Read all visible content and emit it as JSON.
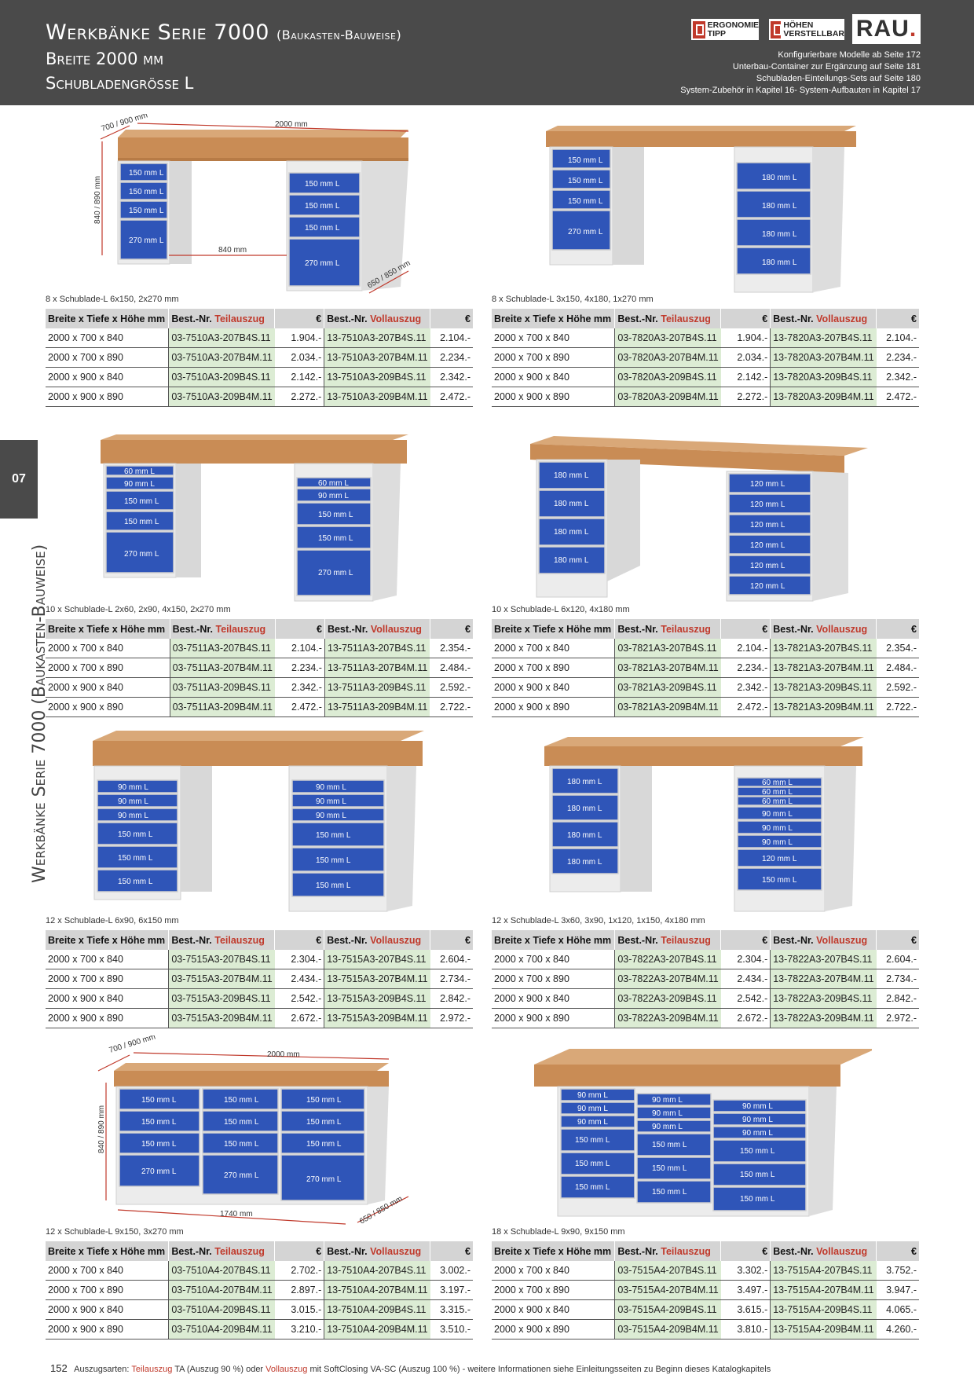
{
  "header": {
    "title_main": "Werkbänke Serie 7000",
    "title_sub": "(Baukasten-Bauweise)",
    "line2": "Breite 2000 mm",
    "line3": "Schubladengrösse L",
    "badge_ergo_1": "ERGONOMIE",
    "badge_ergo_2": "TIPP",
    "badge_hoehe_1": "HÖHEN",
    "badge_hoehe_2": "VERSTELLBAR",
    "logo": "RAU",
    "logo_dot": ".",
    "notes": [
      "Konfigurierbare Modelle ab Seite 172",
      "Unterbau-Container zur Ergänzung auf Seite 181",
      "Schubladen-Einteilungs-Sets auf Seite 180",
      "System-Zubehör in Kapitel 16- System-Aufbauten in Kapitel 17"
    ]
  },
  "sidebar": {
    "tab": "07",
    "vertical_text": "Werkbänke Serie 7000 (Baukasten-Bauweise)"
  },
  "table_headers": {
    "col1": "Breite x Tiefe x Höhe mm",
    "best_prefix": "Best.-Nr.",
    "teilauszug": "Teilauszug",
    "vollauszug": "Vollauszug",
    "eur": "€"
  },
  "products": [
    {
      "caption": "8 x Schublade-L 6x150, 2x270 mm",
      "dims": {
        "depth": "700 / 900 mm",
        "width": "2000 mm",
        "height": "840 / 890 mm",
        "inner": "840 mm",
        "base_depth": "650 / 850 mm"
      },
      "left_drawers": [
        "150 mm L",
        "150 mm L",
        "150 mm L",
        "270 mm L"
      ],
      "right_drawers": [
        "150 mm L",
        "150 mm L",
        "150 mm L",
        "270 mm L"
      ],
      "rows": [
        {
          "size": "2000 x 700 x 840",
          "t_nr": "03-7510A3-207B4S.11",
          "t_pr": "1.904.-",
          "v_nr": "13-7510A3-207B4S.11",
          "v_pr": "2.104.-"
        },
        {
          "size": "2000 x 700 x 890",
          "t_nr": "03-7510A3-207B4M.11",
          "t_pr": "2.034.-",
          "v_nr": "13-7510A3-207B4M.11",
          "v_pr": "2.234.-"
        },
        {
          "size": "2000 x 900 x 840",
          "t_nr": "03-7510A3-209B4S.11",
          "t_pr": "2.142.-",
          "v_nr": "13-7510A3-209B4S.11",
          "v_pr": "2.342.-"
        },
        {
          "size": "2000 x 900 x 890",
          "t_nr": "03-7510A3-209B4M.11",
          "t_pr": "2.272.-",
          "v_nr": "13-7510A3-209B4M.11",
          "v_pr": "2.472.-"
        }
      ]
    },
    {
      "caption": "8 x Schublade-L 3x150, 4x180, 1x270 mm",
      "left_drawers": [
        "150 mm L",
        "150 mm L",
        "150 mm L",
        "270 mm L"
      ],
      "right_drawers": [
        "180 mm L",
        "180 mm L",
        "180 mm L",
        "180 mm L"
      ],
      "rows": [
        {
          "size": "2000 x 700 x 840",
          "t_nr": "03-7820A3-207B4S.11",
          "t_pr": "1.904.-",
          "v_nr": "13-7820A3-207B4S.11",
          "v_pr": "2.104.-"
        },
        {
          "size": "2000 x 700 x 890",
          "t_nr": "03-7820A3-207B4M.11",
          "t_pr": "2.034.-",
          "v_nr": "13-7820A3-207B4M.11",
          "v_pr": "2.234.-"
        },
        {
          "size": "2000 x 900 x 840",
          "t_nr": "03-7820A3-209B4S.11",
          "t_pr": "2.142.-",
          "v_nr": "13-7820A3-209B4S.11",
          "v_pr": "2.342.-"
        },
        {
          "size": "2000 x 900 x 890",
          "t_nr": "03-7820A3-209B4M.11",
          "t_pr": "2.272.-",
          "v_nr": "13-7820A3-209B4M.11",
          "v_pr": "2.472.-"
        }
      ]
    },
    {
      "caption": "10 x Schublade-L 2x60, 2x90, 4x150, 2x270 mm",
      "left_drawers": [
        "60 mm L",
        "90 mm L",
        "150 mm L",
        "150 mm L",
        "270 mm L"
      ],
      "right_drawers": [
        "60 mm L",
        "90 mm L",
        "150 mm L",
        "150 mm L",
        "270 mm L"
      ],
      "rows": [
        {
          "size": "2000 x 700 x 840",
          "t_nr": "03-7511A3-207B4S.11",
          "t_pr": "2.104.-",
          "v_nr": "13-7511A3-207B4S.11",
          "v_pr": "2.354.-"
        },
        {
          "size": "2000 x 700 x 890",
          "t_nr": "03-7511A3-207B4M.11",
          "t_pr": "2.234.-",
          "v_nr": "13-7511A3-207B4M.11",
          "v_pr": "2.484.-"
        },
        {
          "size": "2000 x 900 x 840",
          "t_nr": "03-7511A3-209B4S.11",
          "t_pr": "2.342.-",
          "v_nr": "13-7511A3-209B4S.11",
          "v_pr": "2.592.-"
        },
        {
          "size": "2000 x 900 x 890",
          "t_nr": "03-7511A3-209B4M.11",
          "t_pr": "2.472.-",
          "v_nr": "13-7511A3-209B4M.11",
          "v_pr": "2.722.-"
        }
      ]
    },
    {
      "caption": "10 x Schublade-L 6x120, 4x180 mm",
      "left_drawers": [
        "180 mm L",
        "180 mm L",
        "180 mm L",
        "180 mm L"
      ],
      "right_drawers": [
        "120 mm L",
        "120 mm L",
        "120 mm L",
        "120 mm L",
        "120 mm L",
        "120 mm L"
      ],
      "rows": [
        {
          "size": "2000 x 700 x 840",
          "t_nr": "03-7821A3-207B4S.11",
          "t_pr": "2.104.-",
          "v_nr": "13-7821A3-207B4S.11",
          "v_pr": "2.354.-"
        },
        {
          "size": "2000 x 700 x 890",
          "t_nr": "03-7821A3-207B4M.11",
          "t_pr": "2.234.-",
          "v_nr": "13-7821A3-207B4M.11",
          "v_pr": "2.484.-"
        },
        {
          "size": "2000 x 900 x 840",
          "t_nr": "03-7821A3-209B4S.11",
          "t_pr": "2.342.-",
          "v_nr": "13-7821A3-209B4S.11",
          "v_pr": "2.592.-"
        },
        {
          "size": "2000 x 900 x 890",
          "t_nr": "03-7821A3-209B4M.11",
          "t_pr": "2.472.-",
          "v_nr": "13-7821A3-209B4M.11",
          "v_pr": "2.722.-"
        }
      ]
    },
    {
      "caption": "12 x Schublade-L 6x90, 6x150 mm",
      "left_drawers": [
        "90 mm L",
        "90 mm L",
        "90 mm L",
        "150 mm L",
        "150 mm L",
        "150 mm L"
      ],
      "right_drawers": [
        "90 mm L",
        "90 mm L",
        "90 mm L",
        "150 mm L",
        "150 mm L",
        "150 mm L"
      ],
      "rows": [
        {
          "size": "2000 x 700 x 840",
          "t_nr": "03-7515A3-207B4S.11",
          "t_pr": "2.304.-",
          "v_nr": "13-7515A3-207B4S.11",
          "v_pr": "2.604.-"
        },
        {
          "size": "2000 x 700 x 890",
          "t_nr": "03-7515A3-207B4M.11",
          "t_pr": "2.434.-",
          "v_nr": "13-7515A3-207B4M.11",
          "v_pr": "2.734.-"
        },
        {
          "size": "2000 x 900 x 840",
          "t_nr": "03-7515A3-209B4S.11",
          "t_pr": "2.542.-",
          "v_nr": "13-7515A3-209B4S.11",
          "v_pr": "2.842.-"
        },
        {
          "size": "2000 x 900 x 890",
          "t_nr": "03-7515A3-209B4M.11",
          "t_pr": "2.672.-",
          "v_nr": "13-7515A3-209B4M.11",
          "v_pr": "2.972.-"
        }
      ]
    },
    {
      "caption": "12 x Schublade-L 3x60, 3x90, 1x120, 1x150, 4x180 mm",
      "left_drawers": [
        "180 mm L",
        "180 mm L",
        "180 mm L",
        "180 mm L"
      ],
      "right_drawers": [
        "60 mm L",
        "60 mm L",
        "60 mm L",
        "90 mm L",
        "90 mm L",
        "90 mm L",
        "120 mm L",
        "150 mm L"
      ],
      "rows": [
        {
          "size": "2000 x 700 x 840",
          "t_nr": "03-7822A3-207B4S.11",
          "t_pr": "2.304.-",
          "v_nr": "13-7822A3-207B4S.11",
          "v_pr": "2.604.-"
        },
        {
          "size": "2000 x 700 x 890",
          "t_nr": "03-7822A3-207B4M.11",
          "t_pr": "2.434.-",
          "v_nr": "13-7822A3-207B4M.11",
          "v_pr": "2.734.-"
        },
        {
          "size": "2000 x 900 x 840",
          "t_nr": "03-7822A3-209B4S.11",
          "t_pr": "2.542.-",
          "v_nr": "13-7822A3-209B4S.11",
          "v_pr": "2.842.-"
        },
        {
          "size": "2000 x 900 x 890",
          "t_nr": "03-7822A3-209B4M.11",
          "t_pr": "2.672.-",
          "v_nr": "13-7822A3-209B4M.11",
          "v_pr": "2.972.-"
        }
      ]
    },
    {
      "caption": "12 x Schublade-L 9x150, 3x270 mm",
      "dims": {
        "depth": "700 / 900 mm",
        "width": "2000 mm",
        "height": "840 / 890 mm",
        "inner": "1740 mm",
        "base_depth": "650 / 850 mm"
      },
      "cab1": [
        "150 mm L",
        "150 mm L",
        "150 mm L",
        "270 mm L"
      ],
      "cab2": [
        "150 mm L",
        "150 mm L",
        "150 mm L",
        "270 mm L"
      ],
      "cab3": [
        "150 mm L",
        "150 mm L",
        "150 mm L",
        "270 mm L"
      ],
      "rows": [
        {
          "size": "2000 x 700 x 840",
          "t_nr": "03-7510A4-207B4S.11",
          "t_pr": "2.702.-",
          "v_nr": "13-7510A4-207B4S.11",
          "v_pr": "3.002.-"
        },
        {
          "size": "2000 x 700 x 890",
          "t_nr": "03-7510A4-207B4M.11",
          "t_pr": "2.897.-",
          "v_nr": "13-7510A4-207B4M.11",
          "v_pr": "3.197.-"
        },
        {
          "size": "2000 x 900 x 840",
          "t_nr": "03-7510A4-209B4S.11",
          "t_pr": "3.015.-",
          "v_nr": "13-7510A4-209B4S.11",
          "v_pr": "3.315.-"
        },
        {
          "size": "2000 x 900 x 890",
          "t_nr": "03-7510A4-209B4M.11",
          "t_pr": "3.210.-",
          "v_nr": "13-7510A4-209B4M.11",
          "v_pr": "3.510.-"
        }
      ]
    },
    {
      "caption": "18 x Schublade-L 9x90, 9x150 mm",
      "cab1": [
        "90 mm L",
        "90 mm L",
        "90 mm L",
        "150 mm L",
        "150 mm L",
        "150 mm L"
      ],
      "cab2": [
        "90 mm L",
        "90 mm L",
        "90 mm L",
        "150 mm L",
        "150 mm L",
        "150 mm L"
      ],
      "cab3": [
        "90 mm L",
        "90 mm L",
        "90 mm L",
        "150 mm L",
        "150 mm L",
        "150 mm L"
      ],
      "rows": [
        {
          "size": "2000 x 700 x 840",
          "t_nr": "03-7515A4-207B4S.11",
          "t_pr": "3.302.-",
          "v_nr": "13-7515A4-207B4S.11",
          "v_pr": "3.752.-"
        },
        {
          "size": "2000 x 700 x 890",
          "t_nr": "03-7515A4-207B4M.11",
          "t_pr": "3.497.-",
          "v_nr": "13-7515A4-207B4M.11",
          "v_pr": "3.947.-"
        },
        {
          "size": "2000 x 900 x 840",
          "t_nr": "03-7515A4-209B4S.11",
          "t_pr": "3.615.-",
          "v_nr": "13-7515A4-209B4S.11",
          "v_pr": "4.065.-"
        },
        {
          "size": "2000 x 900 x 890",
          "t_nr": "03-7515A4-209B4M.11",
          "t_pr": "3.810.-",
          "v_nr": "13-7515A4-209B4M.11",
          "v_pr": "4.260.-"
        }
      ]
    }
  ],
  "footer": {
    "page": "152",
    "text1": "Auszugsarten:",
    "teil": "Teilauszug",
    "text2": "TA (Auszug 90 %)  oder",
    "voll": "Vollauszug",
    "text3": "mit SoftClosing VA-SC (Auszug 100 %) -  weitere Informationen siehe Einleitungsseiten zu Beginn dieses Katalogkapitels"
  }
}
